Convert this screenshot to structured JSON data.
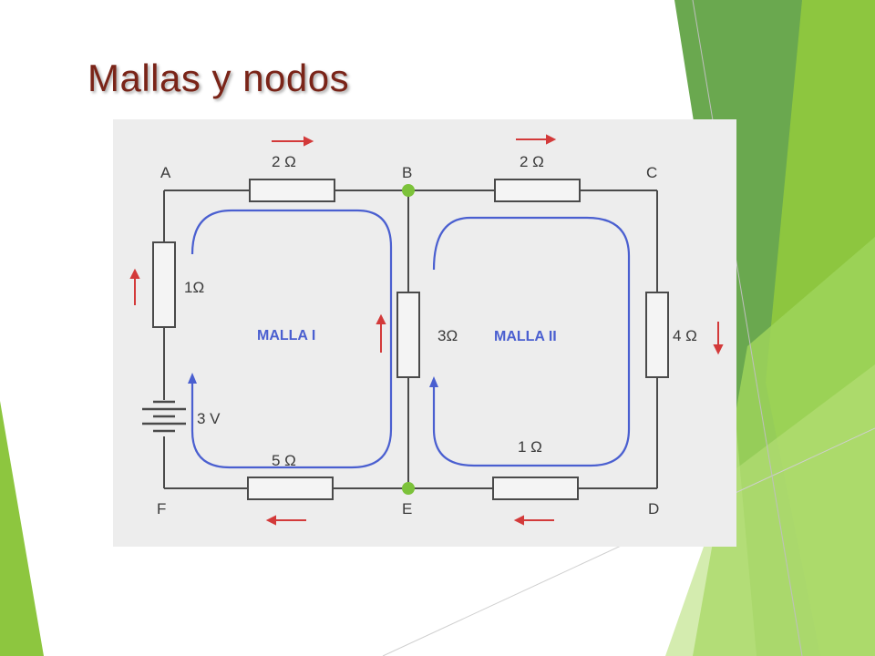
{
  "slide": {
    "title": "Mallas y nodos"
  },
  "diagram": {
    "nodes": {
      "A": "A",
      "B": "B",
      "C": "C",
      "D": "D",
      "E": "E",
      "F": "F"
    },
    "resistors": {
      "ab": "2 Ω",
      "bc": "2 Ω",
      "af": "1Ω",
      "be": "3Ω",
      "cd": "4 Ω",
      "fe": "5 Ω",
      "ed": "1 Ω"
    },
    "battery": "3 V",
    "loops": {
      "loop1": "MALLA I",
      "loop2": "MALLA II"
    }
  },
  "colors": {
    "title": "#7a2418",
    "loop": "#4a5fd0",
    "current_arrow": "#d33a3a",
    "node_dot": "#7cc23a",
    "accent_green": "#8dc63f"
  }
}
